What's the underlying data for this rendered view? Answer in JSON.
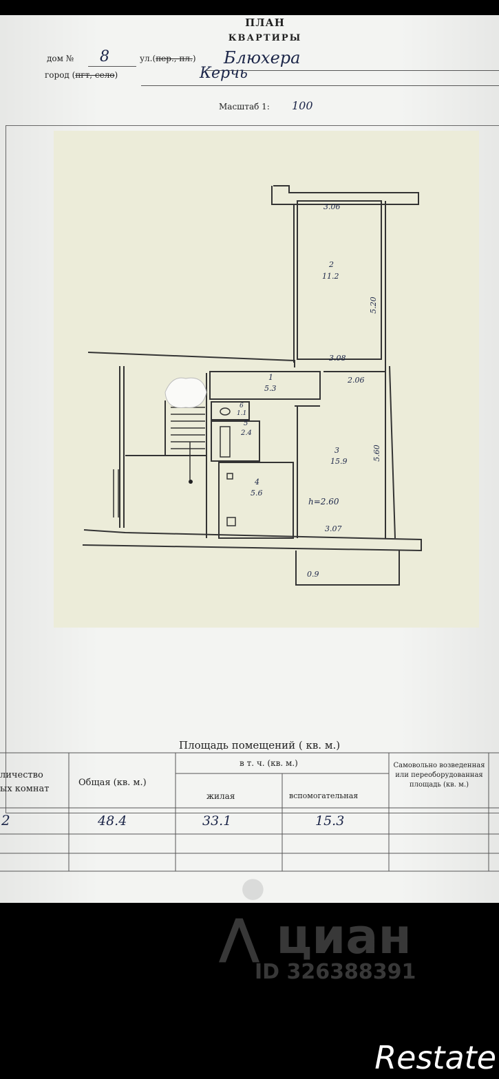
{
  "header": {
    "title": "ПЛАН",
    "subtitle": "КВАРТИРЫ",
    "house_label": "дом №",
    "house_value": "8",
    "street_label": "ул.(пер., пл.)",
    "street_value": "Блюхера",
    "city_label": "город (пгт, село)",
    "city_value": "Керчь",
    "scale_label": "Масштаб 1:",
    "scale_value": "100"
  },
  "plan": {
    "rooms": [
      {
        "num": "1",
        "area": "5.3"
      },
      {
        "num": "2",
        "area": "11.2"
      },
      {
        "num": "3",
        "area": "15.9"
      },
      {
        "num": "4",
        "area": "5.6"
      },
      {
        "num": "5",
        "area": "2.4"
      },
      {
        "num": "6",
        "area": "1.1"
      }
    ],
    "dims": {
      "top_width": "3.06",
      "room2_length": "5.20",
      "room2_bottom": "3.08",
      "room3_top": "2.06",
      "room3_length": "5.60",
      "room3_bottom": "3.07",
      "height": "h=2.60",
      "balcony": "0.9"
    }
  },
  "table": {
    "caption": "Площадь помещений ( кв. м.)",
    "col_rooms": "личество\nых комнат",
    "col_total": "Общая (кв. м.)",
    "col_incl": "в т. ч. (кв. м.)",
    "col_living": "жилая",
    "col_aux": "вспомогательная",
    "col_self": "Самовольно возведенная или переоборудованная площадь (кв. м.)",
    "row": {
      "rooms": "2",
      "total": "48.4",
      "living": "33.1",
      "aux": "15.3"
    }
  },
  "watermark": {
    "brand": "циан",
    "id": "ID 326388391"
  },
  "footer_logo": "Restate"
}
